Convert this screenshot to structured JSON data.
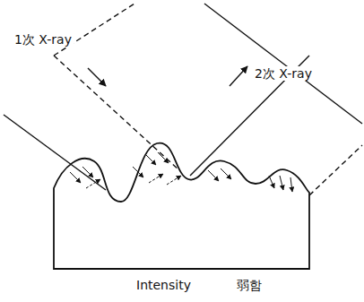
{
  "diagram": {
    "labels": [
      "1次 X-ray",
      "2次 X-ray",
      "Intensity",
      "弱함"
    ]
  }
}
